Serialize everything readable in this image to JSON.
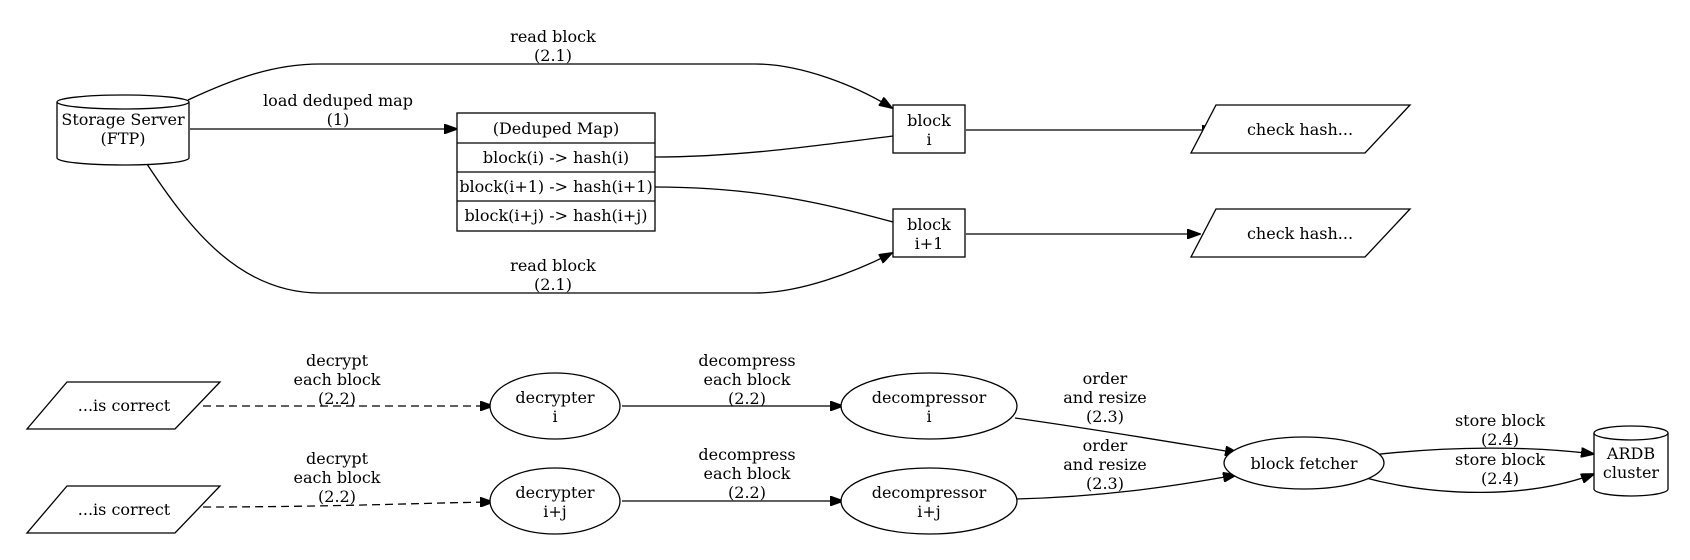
{
  "nodes": {
    "storage_server": {
      "line1": "Storage Server",
      "line2": "(FTP)"
    },
    "deduped_map": {
      "title": "(Deduped Map)",
      "rows": [
        "block(i) -> hash(i)",
        "block(i+1) -> hash(i+1)",
        "block(i+j) -> hash(i+j)"
      ]
    },
    "block_i": {
      "line1": "block",
      "line2": "i"
    },
    "block_i1": {
      "line1": "block",
      "line2": "i+1"
    },
    "check_hash_1": {
      "label": "check hash..."
    },
    "check_hash_2": {
      "label": "check hash..."
    },
    "is_correct_1": {
      "label": "...is correct"
    },
    "is_correct_2": {
      "label": "...is correct"
    },
    "decrypter_i": {
      "line1": "decrypter",
      "line2": "i"
    },
    "decrypter_ij": {
      "line1": "decrypter",
      "line2": "i+j"
    },
    "decompressor_i": {
      "line1": "decompressor",
      "line2": "i"
    },
    "decompressor_ij": {
      "line1": "decompressor",
      "line2": "i+j"
    },
    "block_fetcher": {
      "label": "block fetcher"
    },
    "ardb_cluster": {
      "line1": "ARDB",
      "line2": "cluster"
    }
  },
  "edges": {
    "read_block_top": {
      "line1": "read block",
      "line2": "(2.1)"
    },
    "load_map": {
      "line1": "load deduped map",
      "line2": "(1)"
    },
    "read_block_bottom": {
      "line1": "read block",
      "line2": "(2.1)"
    },
    "decrypt_1": {
      "line1": "decrypt",
      "line2": "each block",
      "line3": "(2.2)"
    },
    "decrypt_2": {
      "line1": "decrypt",
      "line2": "each block",
      "line3": "(2.2)"
    },
    "decompress_1": {
      "line1": "decompress",
      "line2": "each block",
      "line3": "(2.2)"
    },
    "decompress_2": {
      "line1": "decompress",
      "line2": "each block",
      "line3": "(2.2)"
    },
    "order_1": {
      "line1": "order",
      "line2": "and resize",
      "line3": "(2.3)"
    },
    "order_2": {
      "line1": "order",
      "line2": "and resize",
      "line3": "(2.3)"
    },
    "store_1": {
      "line1": "store block",
      "line2": "(2.4)"
    },
    "store_2": {
      "line1": "store block",
      "line2": "(2.4)"
    }
  }
}
